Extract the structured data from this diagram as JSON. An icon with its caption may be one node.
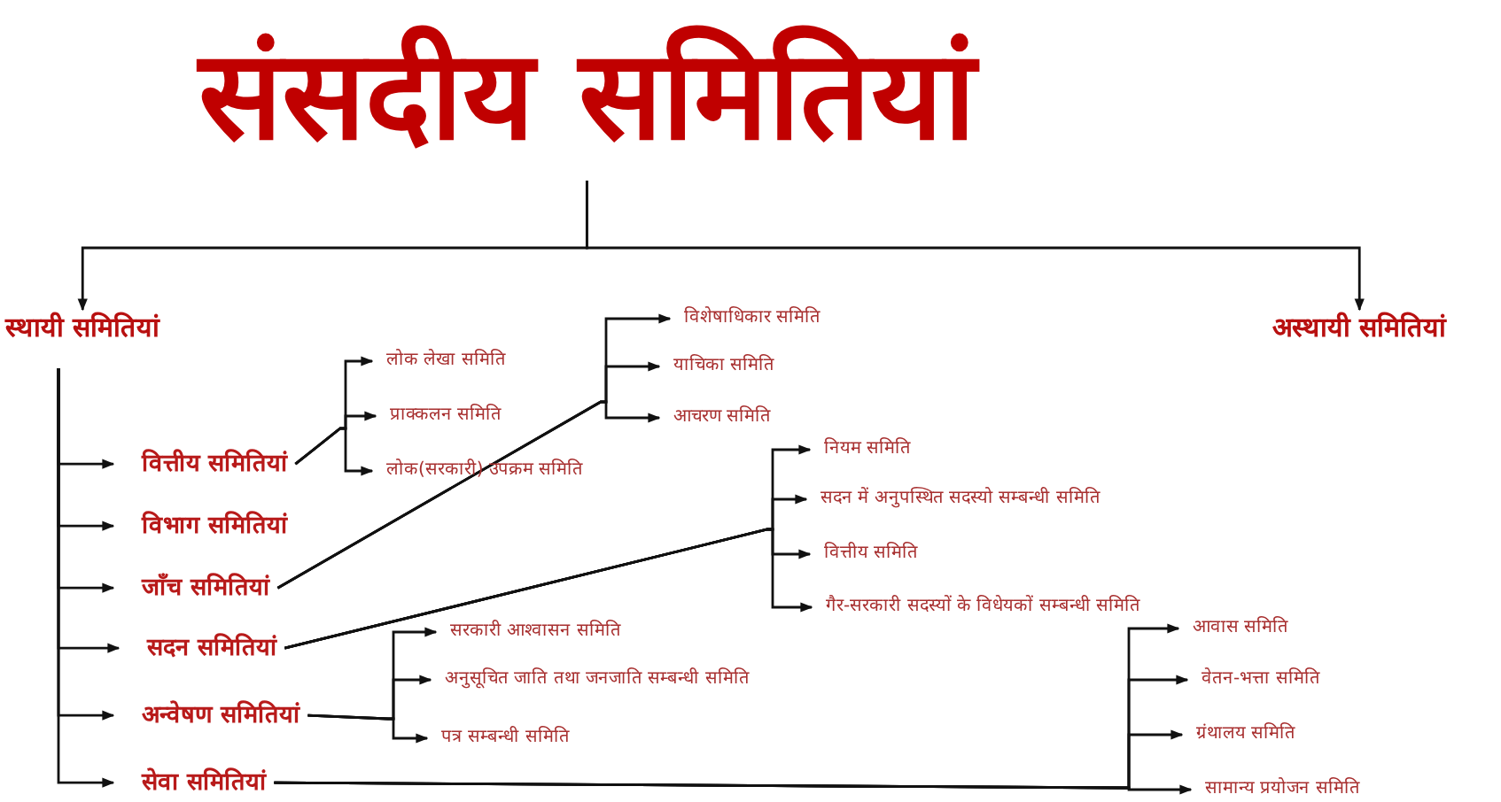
{
  "diagram": {
    "nodes": [
      {
        "text": [
          "संसदीय समितियां"
        ]
      },
      {
        "text": [
          "स्थायी समितियां"
        ]
      },
      {
        "text": [
          "अस्थायी समितियां"
        ]
      },
      {
        "text": [
          "वित्तीय समितियां"
        ]
      },
      {
        "text": [
          "विभाग समितियां"
        ]
      },
      {
        "text": [
          "जाँच समितियां"
        ]
      },
      {
        "text": [
          "सदन समितियां"
        ]
      },
      {
        "text": [
          "अन्वेषण समितियां"
        ]
      },
      {
        "text": [
          "सेवा समितियां"
        ]
      },
      {
        "text": [
          "लोक लेखा समिति"
        ]
      },
      {
        "text": [
          "प्राक्कलन समिति"
        ]
      },
      {
        "text": [
          "लोक(सरकारी) उपक्रम समिति"
        ]
      },
      {
        "text": [
          "विशेषाधिकार समिति"
        ]
      },
      {
        "text": [
          "याचिका समिति"
        ]
      },
      {
        "text": [
          "आचरण समिति"
        ]
      },
      {
        "text": [
          "नियम समिति"
        ]
      },
      {
        "text": [
          "सदन में अनुपस्थित सदस्यो सम्बन्धी समिति"
        ]
      },
      {
        "text": [
          "वित्तीय समिति"
        ]
      },
      {
        "text": [
          "गैर-सरकारी सदस्यों के विधेयकों सम्बन्धी समिति"
        ]
      },
      {
        "text": [
          "सरकारी आश्वासन समिति"
        ]
      },
      {
        "text": [
          "अनुसूचित जाति तथा जनजाति सम्बन्धी समिति"
        ]
      },
      {
        "text": [
          "पत्र सम्बन्धी समिति"
        ]
      },
      {
        "text": [
          "आवास समिति"
        ]
      },
      {
        "text": [
          "वेतन-भत्ता समिति"
        ]
      },
      {
        "text": [
          "ग्रंथालय समिति"
        ]
      },
      {
        "text": [
          "सामान्य प्रयोजन समिति"
        ]
      }
    ],
    "edges": [
      {
        "from": 0,
        "to": 1,
        "arrow": "to"
      },
      {
        "from": 0,
        "to": 2,
        "arrow": "to"
      },
      {
        "from": 1,
        "to": 3,
        "arrow": "to"
      },
      {
        "from": 1,
        "to": 4,
        "arrow": "to"
      },
      {
        "from": 1,
        "to": 5,
        "arrow": "to"
      },
      {
        "from": 1,
        "to": 6,
        "arrow": "to"
      },
      {
        "from": 1,
        "to": 7,
        "arrow": "to"
      },
      {
        "from": 1,
        "to": 8,
        "arrow": "to"
      },
      {
        "from": 3,
        "to": 9,
        "arrow": "to"
      },
      {
        "from": 3,
        "to": 10,
        "arrow": "to"
      },
      {
        "from": 3,
        "to": 11,
        "arrow": "to"
      },
      {
        "from": 5,
        "to": 12,
        "arrow": "to"
      },
      {
        "from": 5,
        "to": 13,
        "arrow": "to"
      },
      {
        "from": 5,
        "to": 14,
        "arrow": "to"
      },
      {
        "from": 6,
        "to": 15,
        "arrow": "to"
      },
      {
        "from": 6,
        "to": 16,
        "arrow": "to"
      },
      {
        "from": 6,
        "to": 17,
        "arrow": "to"
      },
      {
        "from": 6,
        "to": 18,
        "arrow": "to"
      },
      {
        "from": 7,
        "to": 19,
        "arrow": "to"
      },
      {
        "from": 7,
        "to": 20,
        "arrow": "to"
      },
      {
        "from": 7,
        "to": 21,
        "arrow": "to"
      },
      {
        "from": 8,
        "to": 22,
        "arrow": "to"
      },
      {
        "from": 8,
        "to": 23,
        "arrow": "to"
      },
      {
        "from": 8,
        "to": 24,
        "arrow": "to"
      },
      {
        "from": 8,
        "to": 25,
        "arrow": "to"
      }
    ]
  }
}
